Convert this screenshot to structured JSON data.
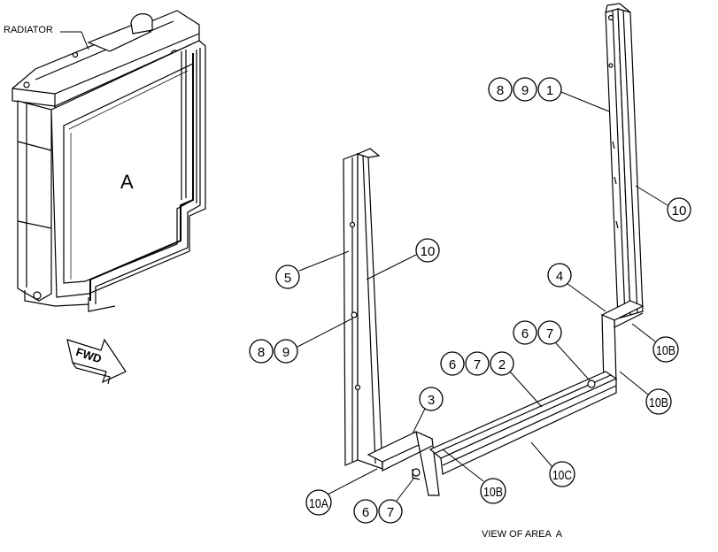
{
  "labels": {
    "radiator": "RADIATOR",
    "area": "A",
    "fwd": "FWD",
    "view_caption": "VIEW OF AREA  A"
  },
  "callouts": {
    "c_8": "8",
    "c_9": "9",
    "c_1": "1",
    "c_10_top": "10",
    "c_5": "5",
    "c_10_mid": "10",
    "c_8b": "8",
    "c_9b": "9",
    "c_4": "4",
    "c_6a": "6",
    "c_7a": "7",
    "c_10b_top": "10B",
    "c_6b": "6",
    "c_7b": "7",
    "c_2": "2",
    "c_10b_mid": "10B",
    "c_3": "3",
    "c_10c": "10C",
    "c_10a": "10A",
    "c_10b_low": "10B",
    "c_6c": "6",
    "c_7c": "7"
  }
}
